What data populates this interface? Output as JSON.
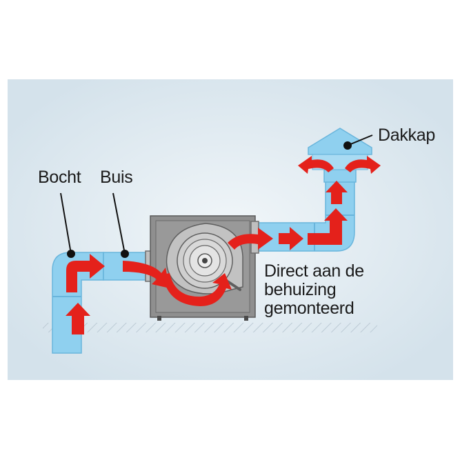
{
  "labels": {
    "bocht": "Bocht",
    "buis": "Buis",
    "dakkap": "Dakkap",
    "direct_lines": [
      "Direct aan de",
      "behuizing",
      "gemonteerd"
    ]
  },
  "colors": {
    "background": "#dde8ef",
    "duct": "#8fd0ef",
    "duct_edge": "#69b5dc",
    "arrow": "#e4211b",
    "housing": "#8f8f8f",
    "fan": "#c7c7c7"
  },
  "icons": [
    "flow-arrow",
    "fan-wheel",
    "roof-cap"
  ]
}
